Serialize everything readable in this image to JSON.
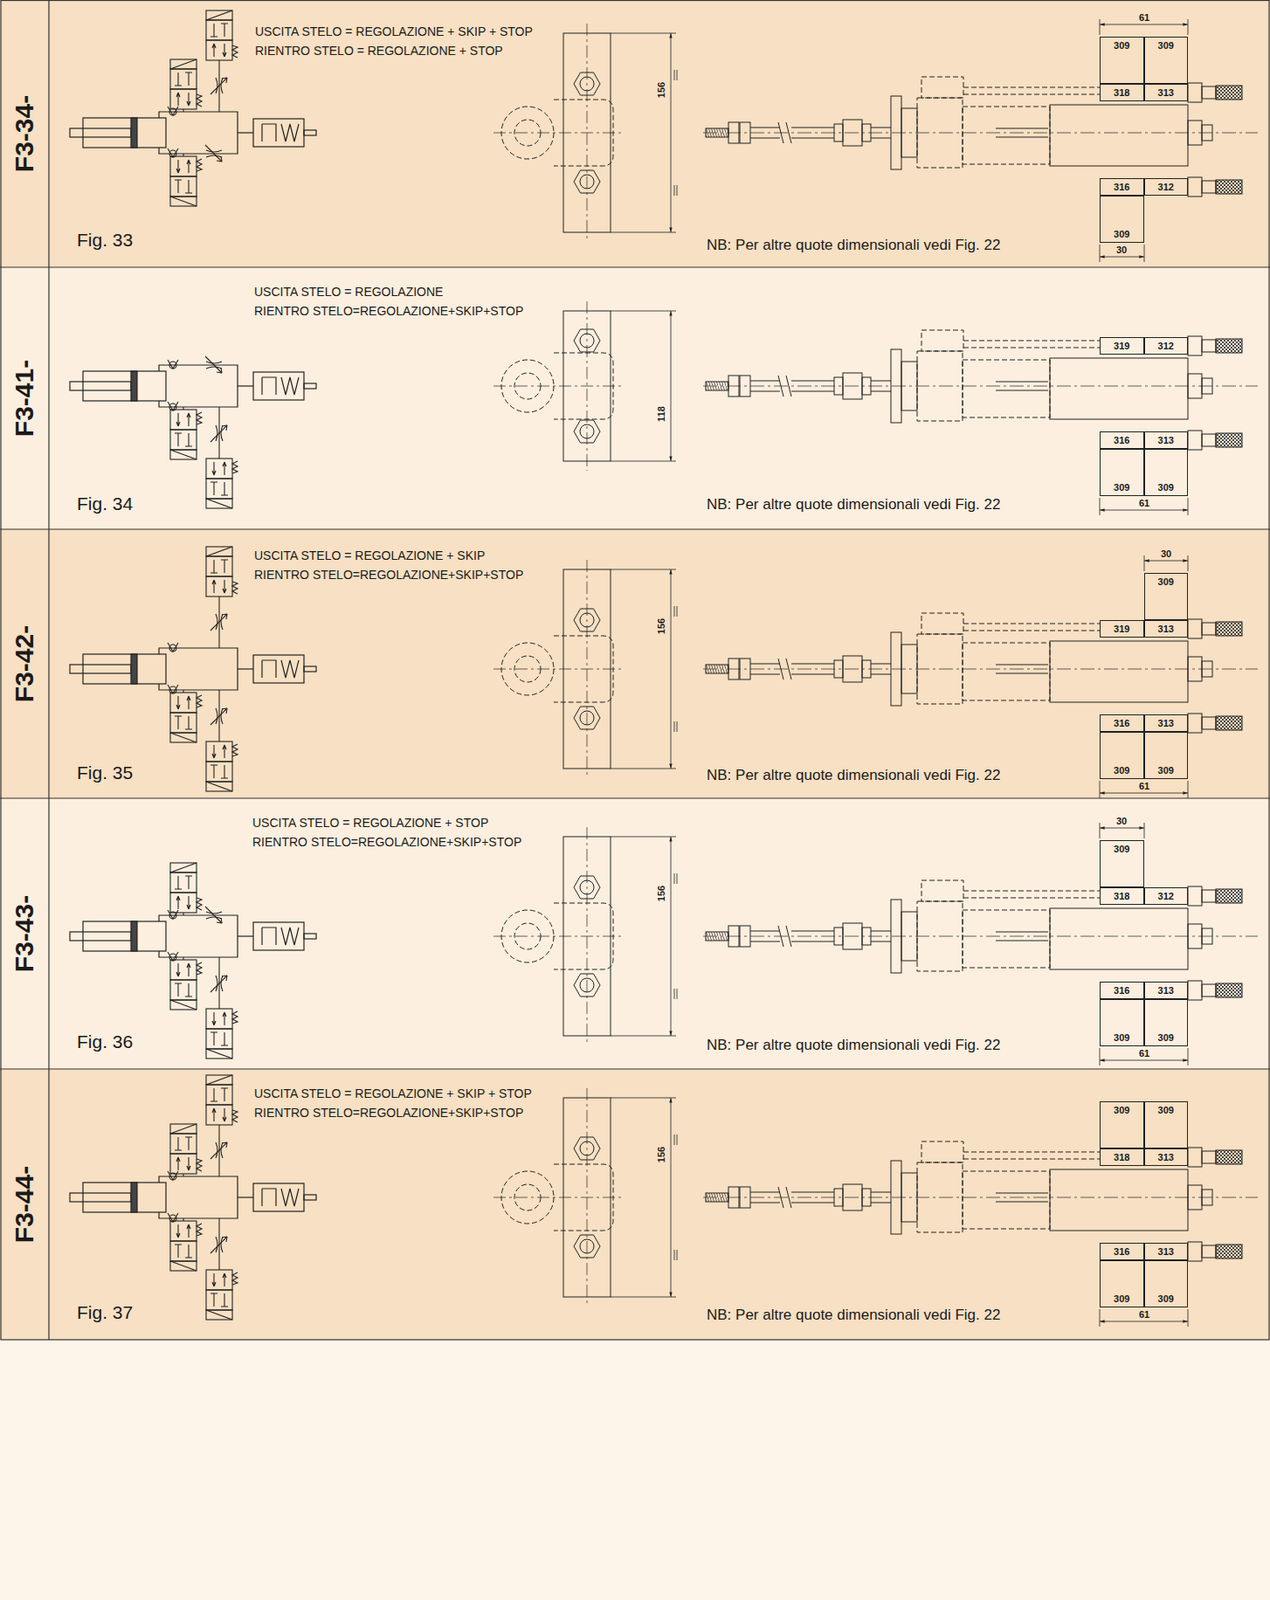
{
  "diagram": {
    "nodes": [
      {
        "text": [
          "F3-34-"
        ]
      },
      {
        "text": [
          "309"
        ],
        "in": 0
      },
      {
        "text": [
          "309"
        ],
        "in": 0
      },
      {
        "text": [
          "318"
        ],
        "in": 0
      },
      {
        "text": [
          "313"
        ],
        "in": 0
      },
      {
        "text": [
          "316"
        ],
        "in": 0
      },
      {
        "text": [
          "312"
        ],
        "in": 0
      },
      {
        "text": [
          "309"
        ],
        "in": 0
      },
      {
        "text": [
          "F3-41-"
        ]
      },
      {
        "text": [
          "319"
        ],
        "in": 8
      },
      {
        "text": [
          "312"
        ],
        "in": 8
      },
      {
        "text": [
          "316"
        ],
        "in": 8
      },
      {
        "text": [
          "313"
        ],
        "in": 8
      },
      {
        "text": [
          "309"
        ],
        "in": 8
      },
      {
        "text": [
          "309"
        ],
        "in": 8
      },
      {
        "text": [
          "F3-42-"
        ]
      },
      {
        "text": [
          "309"
        ],
        "in": 15
      },
      {
        "text": [
          "319"
        ],
        "in": 15
      },
      {
        "text": [
          "313"
        ],
        "in": 15
      },
      {
        "text": [
          "316"
        ],
        "in": 15
      },
      {
        "text": [
          "313"
        ],
        "in": 15
      },
      {
        "text": [
          "309"
        ],
        "in": 15
      },
      {
        "text": [
          "309"
        ],
        "in": 15
      },
      {
        "text": [
          "F3-43-"
        ]
      },
      {
        "text": [
          "309"
        ],
        "in": 23
      },
      {
        "text": [
          "318"
        ],
        "in": 23
      },
      {
        "text": [
          "312"
        ],
        "in": 23
      },
      {
        "text": [
          "316"
        ],
        "in": 23
      },
      {
        "text": [
          "313"
        ],
        "in": 23
      },
      {
        "text": [
          "309"
        ],
        "in": 23
      },
      {
        "text": [
          "309"
        ],
        "in": 23
      },
      {
        "text": [
          "F3-44-"
        ]
      },
      {
        "text": [
          "309"
        ],
        "in": 31
      },
      {
        "text": [
          "309"
        ],
        "in": 31
      },
      {
        "text": [
          "318"
        ],
        "in": 31
      },
      {
        "text": [
          "313"
        ],
        "in": 31
      },
      {
        "text": [
          "316"
        ],
        "in": 31
      },
      {
        "text": [
          "313"
        ],
        "in": 31
      },
      {
        "text": [
          "309"
        ],
        "in": 31
      },
      {
        "text": [
          "309"
        ],
        "in": 31
      }
    ],
    "labels": [
      "USCITA STELO = REGOLAZIONE + SKIP + STOP",
      "RIENTRO STELO = REGOLAZIONE + STOP",
      "156",
      "61",
      "30",
      "Fig. 33",
      "NB: Per altre quote dimensionali vedi Fig. 22",
      "USCITA STELO = REGOLAZIONE",
      "RIENTRO STELO=REGOLAZIONE+SKIP+STOP",
      "118",
      "61",
      "Fig. 34",
      "NB: Per altre quote dimensionali vedi Fig. 22",
      "USCITA STELO = REGOLAZIONE + SKIP",
      "RIENTRO STELO=REGOLAZIONE+SKIP+STOP",
      "156",
      "30",
      "61",
      "Fig. 35",
      "NB: Per altre quote dimensionali vedi Fig. 22",
      "USCITA STELO = REGOLAZIONE + STOP",
      "RIENTRO STELO=REGOLAZIONE+SKIP+STOP",
      "156",
      "30",
      "61",
      "Fig. 36",
      "NB: Per altre quote dimensionali vedi Fig. 22",
      "USCITA STELO = REGOLAZIONE + SKIP + STOP",
      "RIENTRO STELO=REGOLAZIONE+SKIP+STOP",
      "156",
      "61",
      "Fig. 37",
      "NB: Per altre quote dimensionali vedi Fig. 22"
    ]
  }
}
